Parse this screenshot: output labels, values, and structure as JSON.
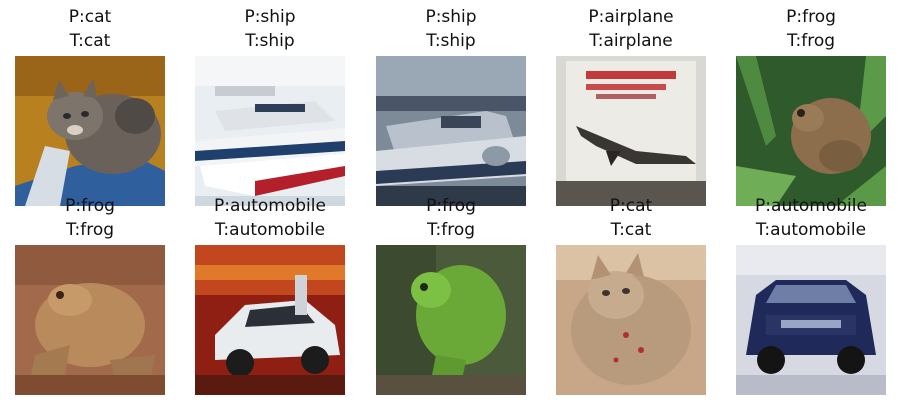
{
  "figure": {
    "panels": [
      {
        "predicted": "P:cat",
        "true": "T:cat",
        "subject": "cat-photo",
        "bg": "#b8801f"
      },
      {
        "predicted": "P:ship",
        "true": "T:ship",
        "subject": "ship-photo",
        "bg": "#e9eef2"
      },
      {
        "predicted": "P:ship",
        "true": "T:ship",
        "subject": "ship-photo",
        "bg": "#7d8a98"
      },
      {
        "predicted": "P:airplane",
        "true": "T:airplane",
        "subject": "airplane-photo",
        "bg": "#d9d9d4"
      },
      {
        "predicted": "P:frog",
        "true": "T:frog",
        "subject": "frog-photo",
        "bg": "#2f5a2b"
      },
      {
        "predicted": "P:frog",
        "true": "T:frog",
        "subject": "frog-photo",
        "bg": "#a26a4b"
      },
      {
        "predicted": "P:automobile",
        "true": "T:automobile",
        "subject": "car-photo",
        "bg": "#8e1f12"
      },
      {
        "predicted": "P:frog",
        "true": "T:frog",
        "subject": "frog-photo",
        "bg": "#4a5a3a"
      },
      {
        "predicted": "P:cat",
        "true": "T:cat",
        "subject": "cat-photo",
        "bg": "#c8a788"
      },
      {
        "predicted": "P:automobile",
        "true": "T:automobile",
        "subject": "car-photo",
        "bg": "#d6d9e2"
      }
    ]
  }
}
